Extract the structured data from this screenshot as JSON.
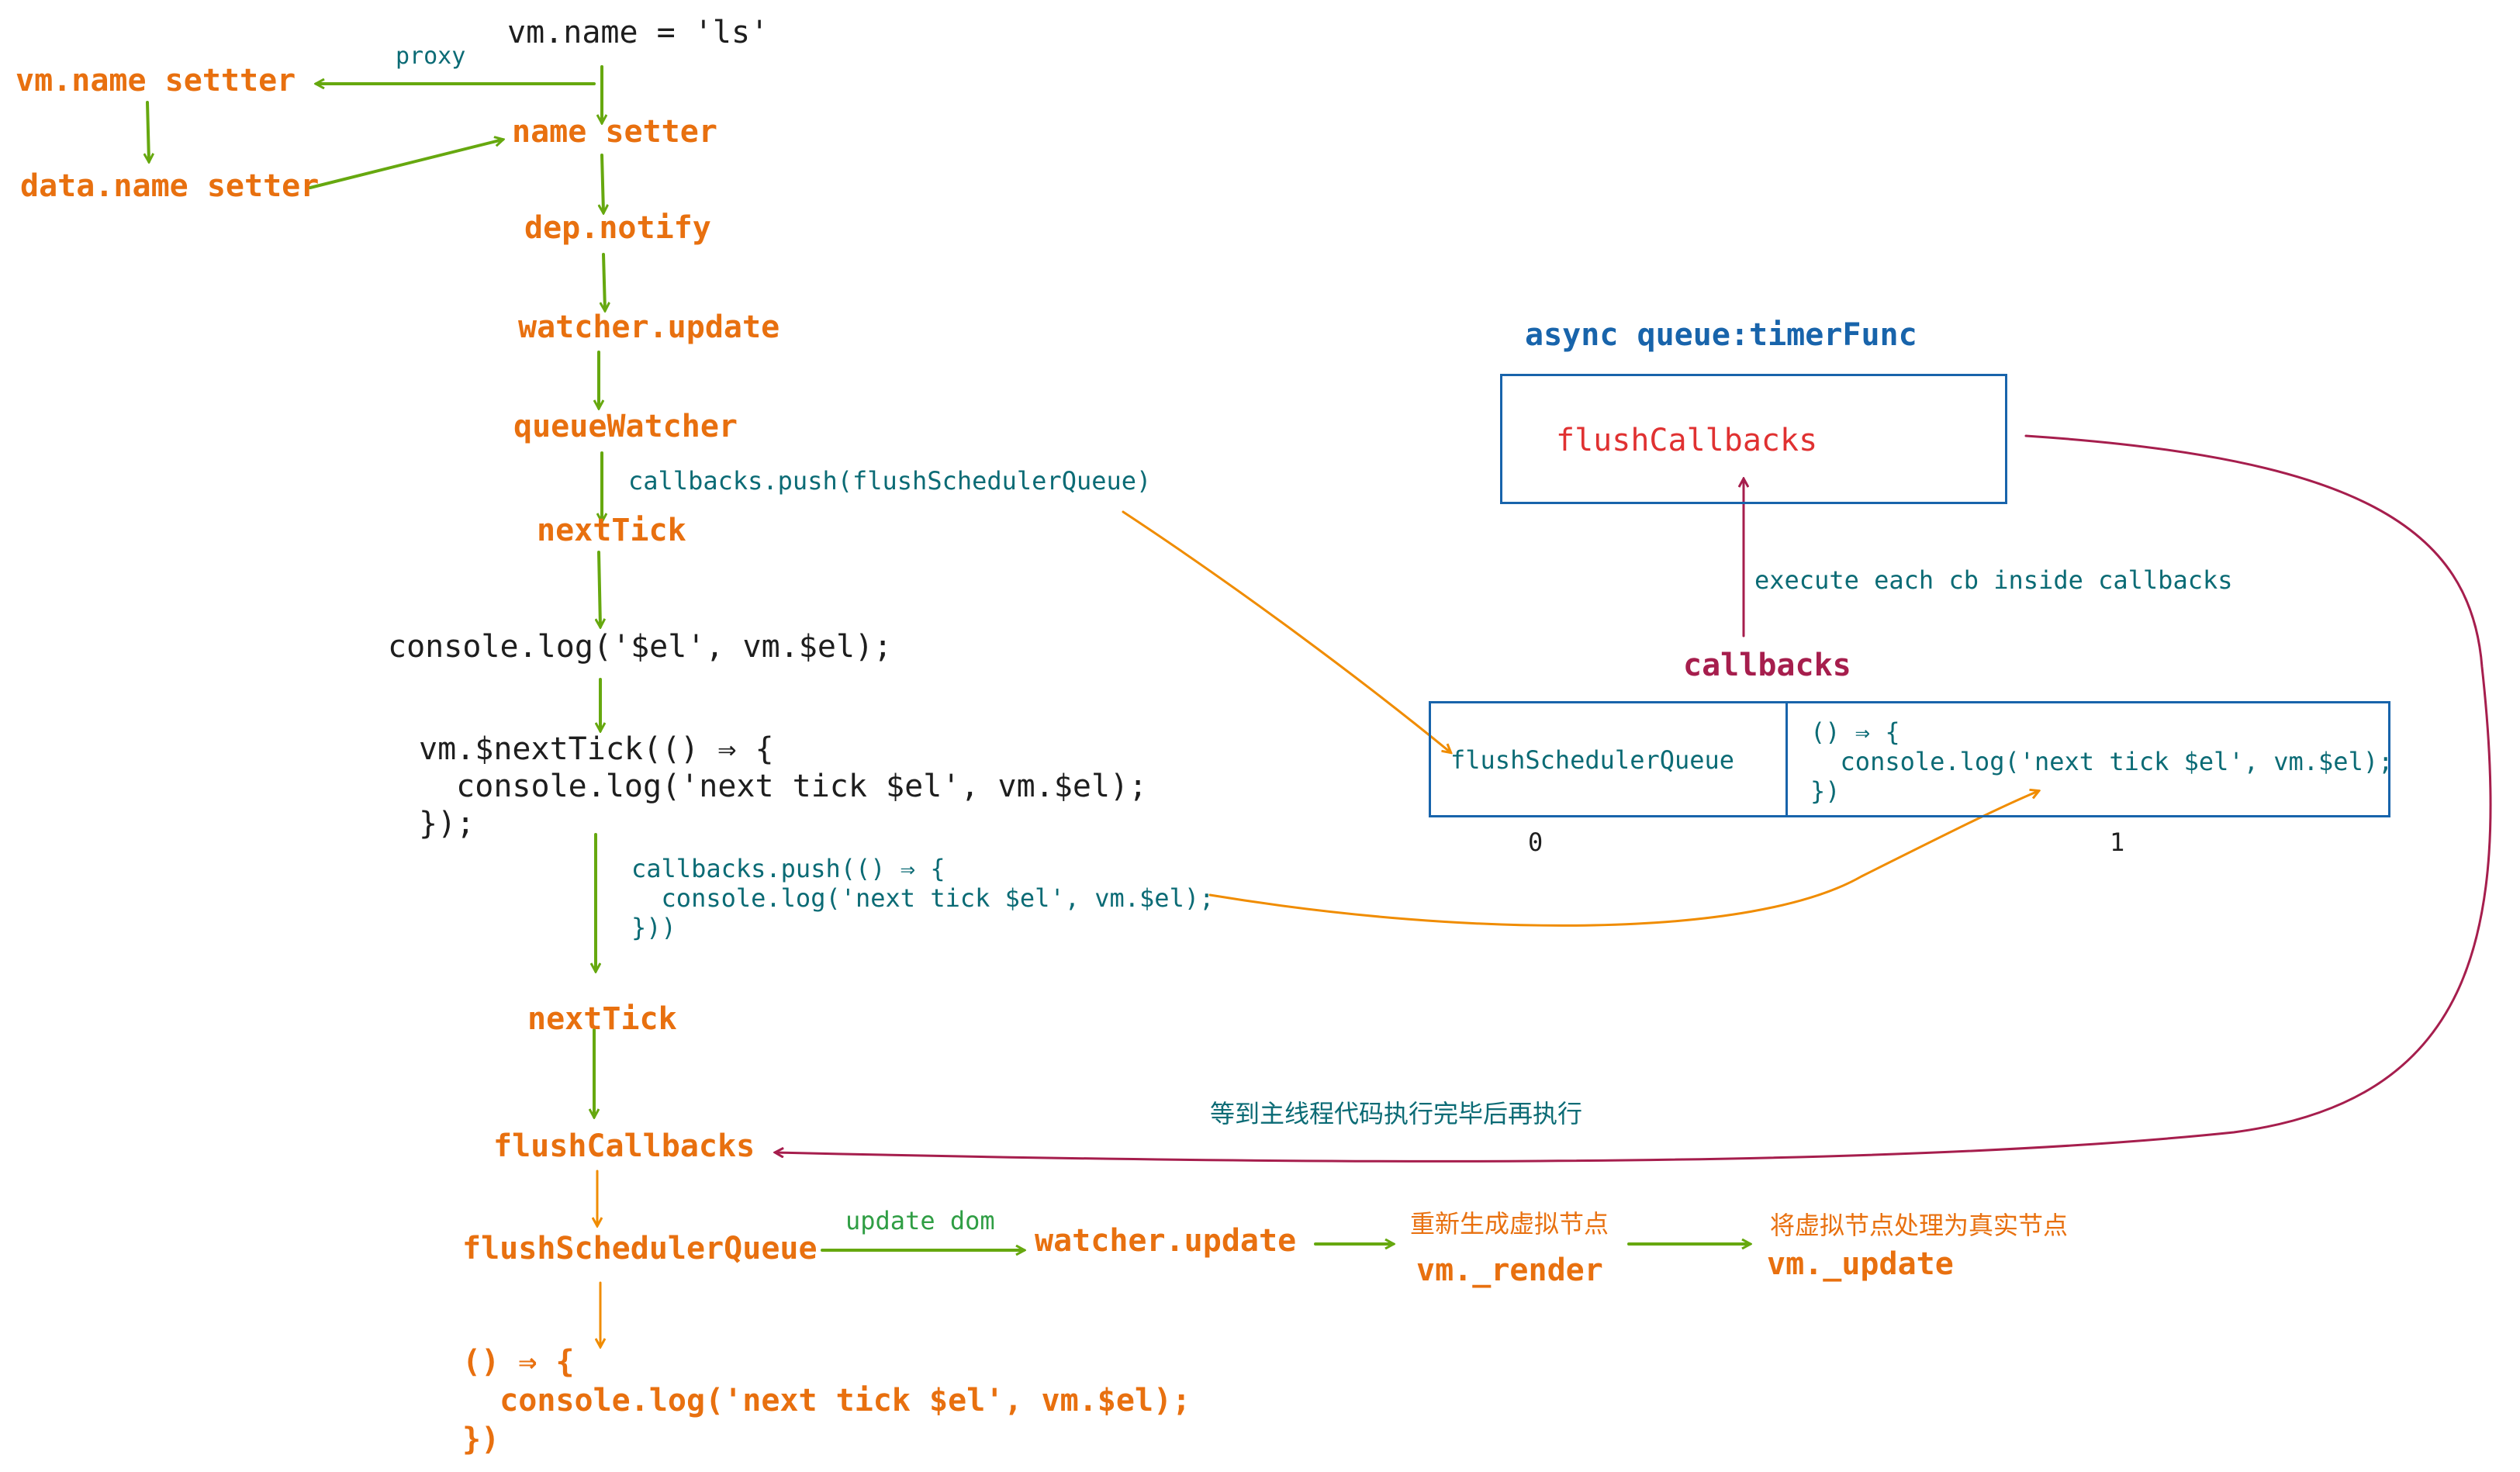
{
  "flow": {
    "assign": "vm.name = 'ls'",
    "vm_name_setter": "vm.name settter",
    "data_name_setter": "data.name setter",
    "proxy": "proxy",
    "name_setter": "name setter",
    "dep_notify": "dep.notify",
    "watcher_update": "watcher.update",
    "queue_watcher": "queueWatcher",
    "push1": "callbacks.push(flushSchedulerQueue)",
    "next_tick_1": "nextTick",
    "console_log": "console.log('$el', vm.$el);",
    "vm_next_tick": [
      "vm.$nextTick(() ⇒ {",
      "  console.log('next tick $el', vm.$el);",
      "});"
    ],
    "push2": [
      "callbacks.push(() ⇒ {",
      "  console.log('next tick $el', vm.$el);",
      "}))"
    ],
    "next_tick_2": "nextTick",
    "flush_callbacks": "flushCallbacks",
    "flush_scheduler_queue": "flushSchedulerQueue",
    "update_dom": "update dom",
    "watcher_update_2": "watcher.update",
    "regen_label": "重新生成虚拟节点",
    "render": "vm._render",
    "patch_label": "将虚拟节点处理为真实节点",
    "update": "vm._update",
    "final_cb": [
      "() ⇒ {",
      "  console.log('next tick $el', vm.$el);",
      "})"
    ]
  },
  "async": {
    "title": "async queue:timerFunc",
    "box_label": "flushCallbacks",
    "execute": "execute each cb inside callbacks",
    "callbacks_title": "callbacks",
    "cell0": "flushSchedulerQueue",
    "cell1": [
      "() ⇒ {",
      "  console.log('next tick $el', vm.$el);",
      "})"
    ],
    "index0": "0",
    "index1": "1",
    "wait_label": "等到主线程代码执行完毕后再执行"
  },
  "colors": {
    "step": "#e8700f",
    "code": "#1e1e1e",
    "annotation": "#0b6b75",
    "async_title": "#1864ab",
    "box_label": "#e03131",
    "callbacks": "#a61e4d",
    "green_arrow": "#66a80f",
    "orange_arrow": "#f08c00",
    "crimson_arrow": "#a61e4d"
  }
}
